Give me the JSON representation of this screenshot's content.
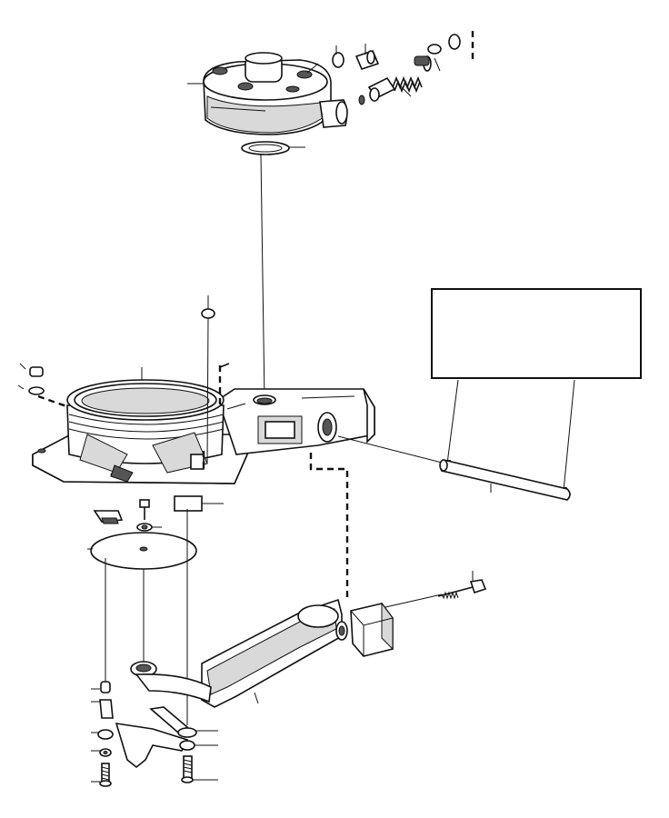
{
  "diagram": {
    "callout_box_text": "",
    "parts": [
      {
        "id": "housing-cover",
        "icon": "housing-cover-icon"
      },
      {
        "id": "cover-gasket",
        "icon": "gasket-icon"
      },
      {
        "id": "banjo-fitting",
        "icon": "fitting-icon"
      },
      {
        "id": "pressure-spring",
        "icon": "spring-icon"
      },
      {
        "id": "valve-plunger",
        "icon": "plunger-icon"
      },
      {
        "id": "air-flow-housing",
        "icon": "housing-icon"
      },
      {
        "id": "pivot-pin",
        "icon": "pin-icon"
      },
      {
        "id": "sensor-plate",
        "icon": "plate-icon"
      },
      {
        "id": "sensor-lever-arm",
        "icon": "lever-icon"
      },
      {
        "id": "counterweight",
        "icon": "counterweight-icon"
      },
      {
        "id": "long-bolt",
        "icon": "bolt-icon"
      },
      {
        "id": "mounting-screw",
        "icon": "screw-icon"
      },
      {
        "id": "washer",
        "icon": "washer-icon"
      },
      {
        "id": "clip",
        "icon": "clip-icon"
      }
    ]
  }
}
